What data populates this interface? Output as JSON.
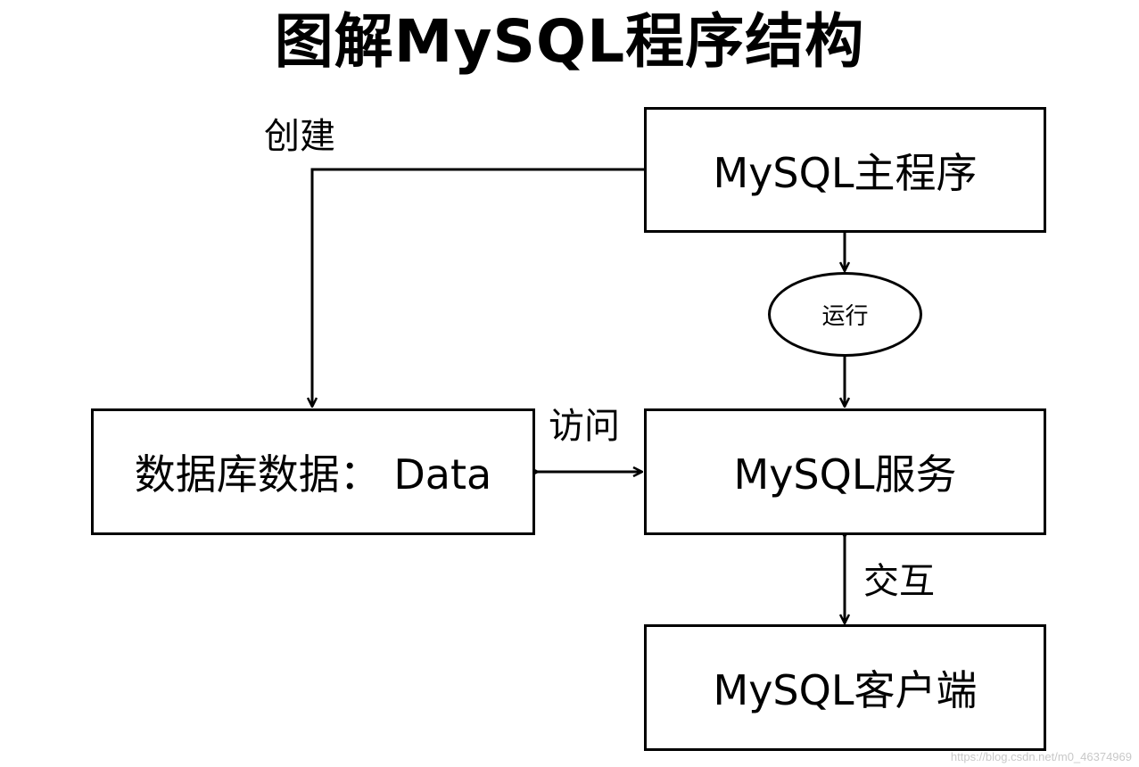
{
  "title": "图解MySQL程序结构",
  "nodes": {
    "main_program": "MySQL主程序",
    "run": "运行",
    "service": "MySQL服务",
    "database": "数据库数据： Data",
    "client": "MySQL客户端"
  },
  "edges": {
    "create": "创建",
    "access": "访问",
    "interact": "交互"
  },
  "watermark": "https://blog.csdn.net/m0_46374969"
}
